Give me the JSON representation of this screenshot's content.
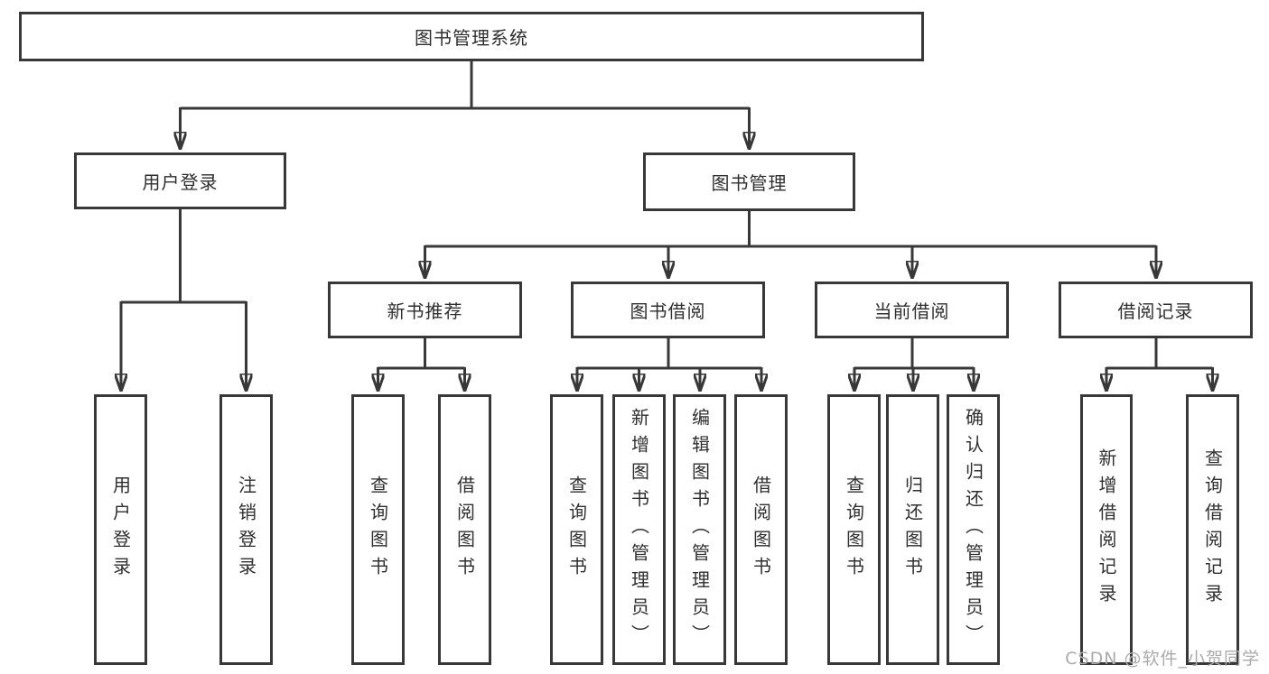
{
  "diagram": {
    "root": {
      "label": "图书管理系统"
    },
    "level1": [
      {
        "label": "用户登录"
      },
      {
        "label": "图书管理"
      }
    ],
    "level2": [
      {
        "label": "新书推荐"
      },
      {
        "label": "图书借阅"
      },
      {
        "label": "当前借阅"
      },
      {
        "label": "借阅记录"
      }
    ],
    "leaves": {
      "user_login": [
        "用户登录",
        "注销登录"
      ],
      "new_book": [
        "查询图书",
        "借阅图书"
      ],
      "book_borrow": [
        "查询图书",
        "新增图书（管理员）",
        "编辑图书（管理员）",
        "借阅图书"
      ],
      "current_borrow": [
        "查询图书",
        "归还图书",
        "确认归还（管理员）"
      ],
      "borrow_records": [
        "新增借阅记录",
        "查询借阅记录"
      ]
    }
  },
  "watermark": {
    "text": "CSDN @软件_小贺同学"
  },
  "colors": {
    "line": "#383838",
    "box_border": "#383838",
    "text": "#2f2f2f",
    "watermark": "#ababab",
    "background": "#ffffff"
  }
}
